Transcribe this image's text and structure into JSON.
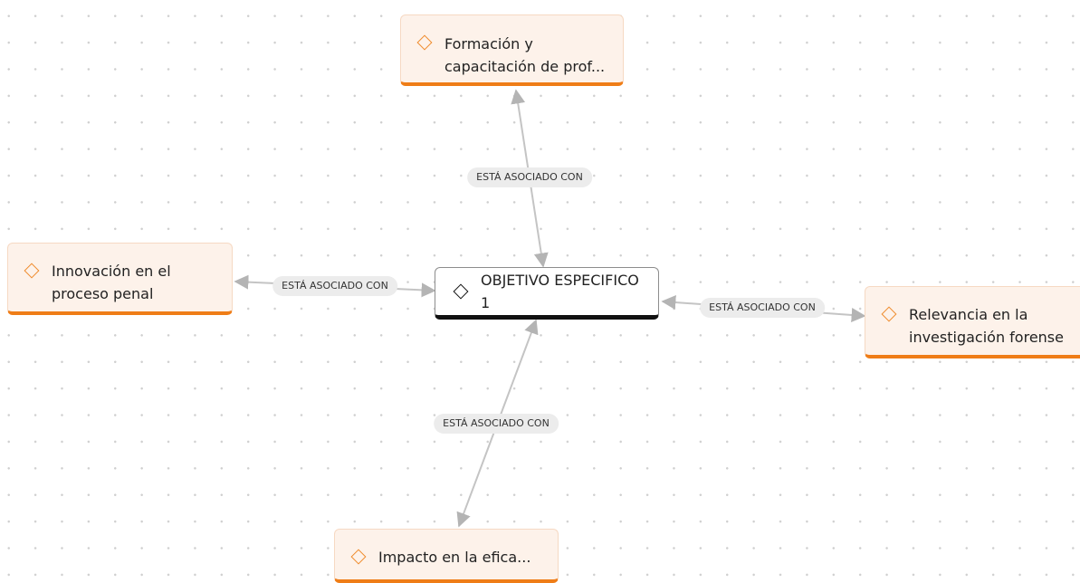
{
  "diagram": {
    "center_node": {
      "label": "OBJETIVO ESPECIFICO 1",
      "icon": "diamond-icon"
    },
    "nodes": {
      "top": {
        "label": "Formación y capacitación de prof...",
        "icon": "diamond-icon"
      },
      "left": {
        "label": "Innovación en el proceso penal",
        "icon": "diamond-icon"
      },
      "right": {
        "label": "Relevancia en la investigación forense",
        "icon": "diamond-icon"
      },
      "bottom": {
        "label": "Impacto en la efica...",
        "icon": "diamond-icon"
      }
    },
    "edges": {
      "top": {
        "label": "ESTÁ ASOCIADO CON"
      },
      "left": {
        "label": "ESTÁ ASOCIADO CON"
      },
      "right": {
        "label": "ESTÁ ASOCIADO CON"
      },
      "bottom": {
        "label": "ESTÁ ASOCIADO CON"
      }
    },
    "colors": {
      "accent": "#ef7d17",
      "node_fill": "#fdf2ea",
      "center_border": "#111111",
      "edge": "#c4c4c4",
      "edge_label_fill": "#ececec"
    }
  }
}
